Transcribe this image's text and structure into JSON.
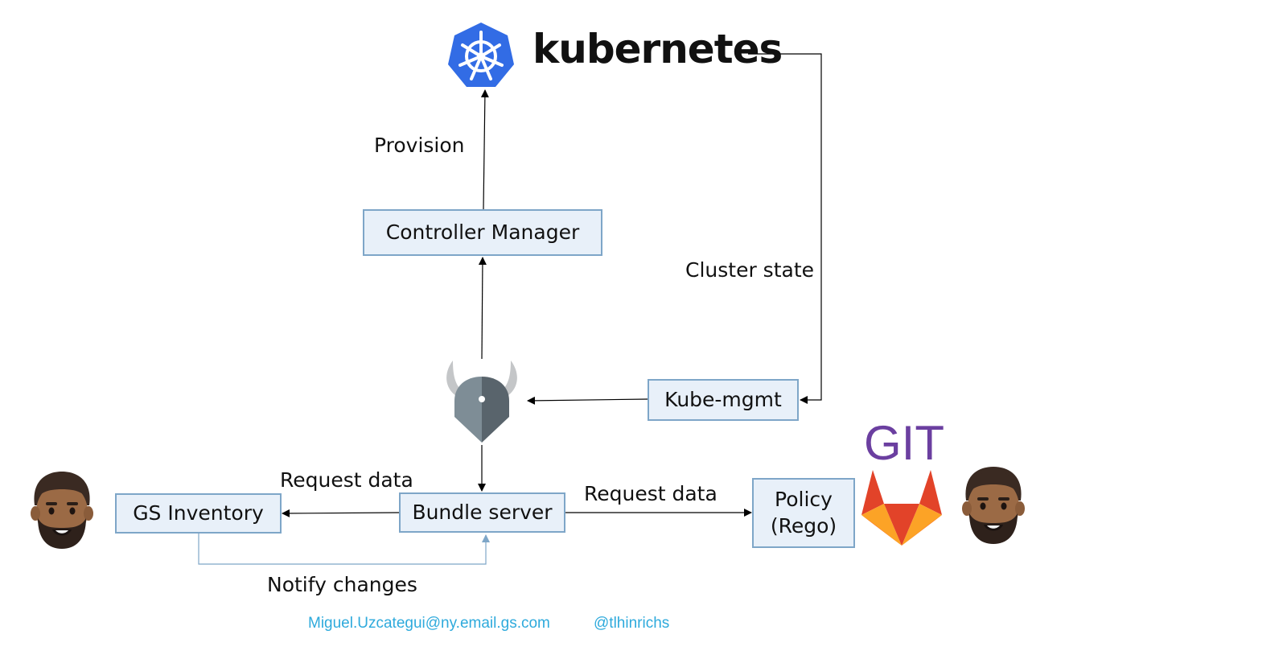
{
  "diagram": {
    "nodes": {
      "kubernetes": "kubernetes",
      "controller_manager": "Controller Manager",
      "kube_mgmt": "Kube-mgmt",
      "bundle_server": "Bundle server",
      "gs_inventory": "GS Inventory",
      "policy_line1": "Policy",
      "policy_line2": "(Rego)",
      "git": "GIT"
    },
    "edges": {
      "provision": "Provision",
      "cluster_state": "Cluster state",
      "request_data_left": "Request data",
      "request_data_right": "Request data",
      "notify_changes": "Notify changes"
    },
    "icons": {
      "kubernetes_logo": "kubernetes-helm-wheel-icon",
      "opa_logo": "opa-viking-helmet-icon",
      "gitlab_logo": "gitlab-fox-icon",
      "person_left": "bearded-man-emoji-icon",
      "person_right": "bearded-man-emoji-icon"
    },
    "colors": {
      "box_fill": "#e8f0f9",
      "box_border": "#7ea6c8",
      "kubernetes_blue": "#326ce5",
      "git_purple": "#6b3fa0",
      "footer_blue": "#2eaadc"
    }
  },
  "footer": {
    "email": "Miguel.Uzcategui@ny.email.gs.com",
    "handle": "@tlhinrichs"
  }
}
